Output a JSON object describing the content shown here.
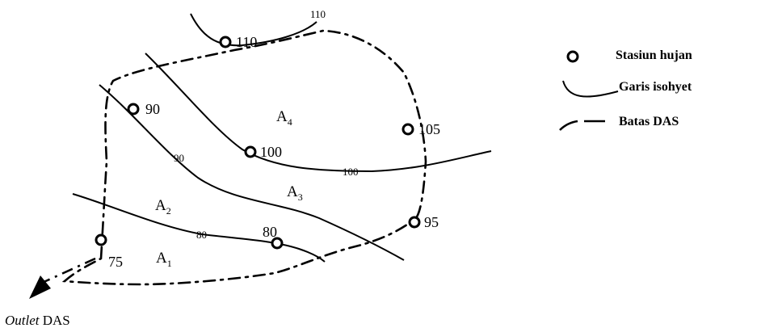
{
  "stations": [
    {
      "id": "s110",
      "value": "110"
    },
    {
      "id": "s90",
      "value": "90"
    },
    {
      "id": "s100",
      "value": "100"
    },
    {
      "id": "s105",
      "value": "105"
    },
    {
      "id": "s95",
      "value": "95"
    },
    {
      "id": "s80",
      "value": "80"
    },
    {
      "id": "s75",
      "value": "75"
    }
  ],
  "isohyets": [
    {
      "id": "iso110",
      "value": "110"
    },
    {
      "id": "iso90",
      "value": "90"
    },
    {
      "id": "iso100",
      "value": "100"
    },
    {
      "id": "iso80",
      "value": "80"
    }
  ],
  "areas": [
    {
      "id": "A1",
      "letter": "A",
      "sub": "1"
    },
    {
      "id": "A2",
      "letter": "A",
      "sub": "2"
    },
    {
      "id": "A3",
      "letter": "A",
      "sub": "3"
    },
    {
      "id": "A4",
      "letter": "A",
      "sub": "4"
    }
  ],
  "legend": {
    "station": "Stasiun hujan",
    "isohyet": "Garis isohyet",
    "boundary": "Batas DAS"
  },
  "outlet": {
    "italic": "Outlet",
    "text": " DAS"
  }
}
